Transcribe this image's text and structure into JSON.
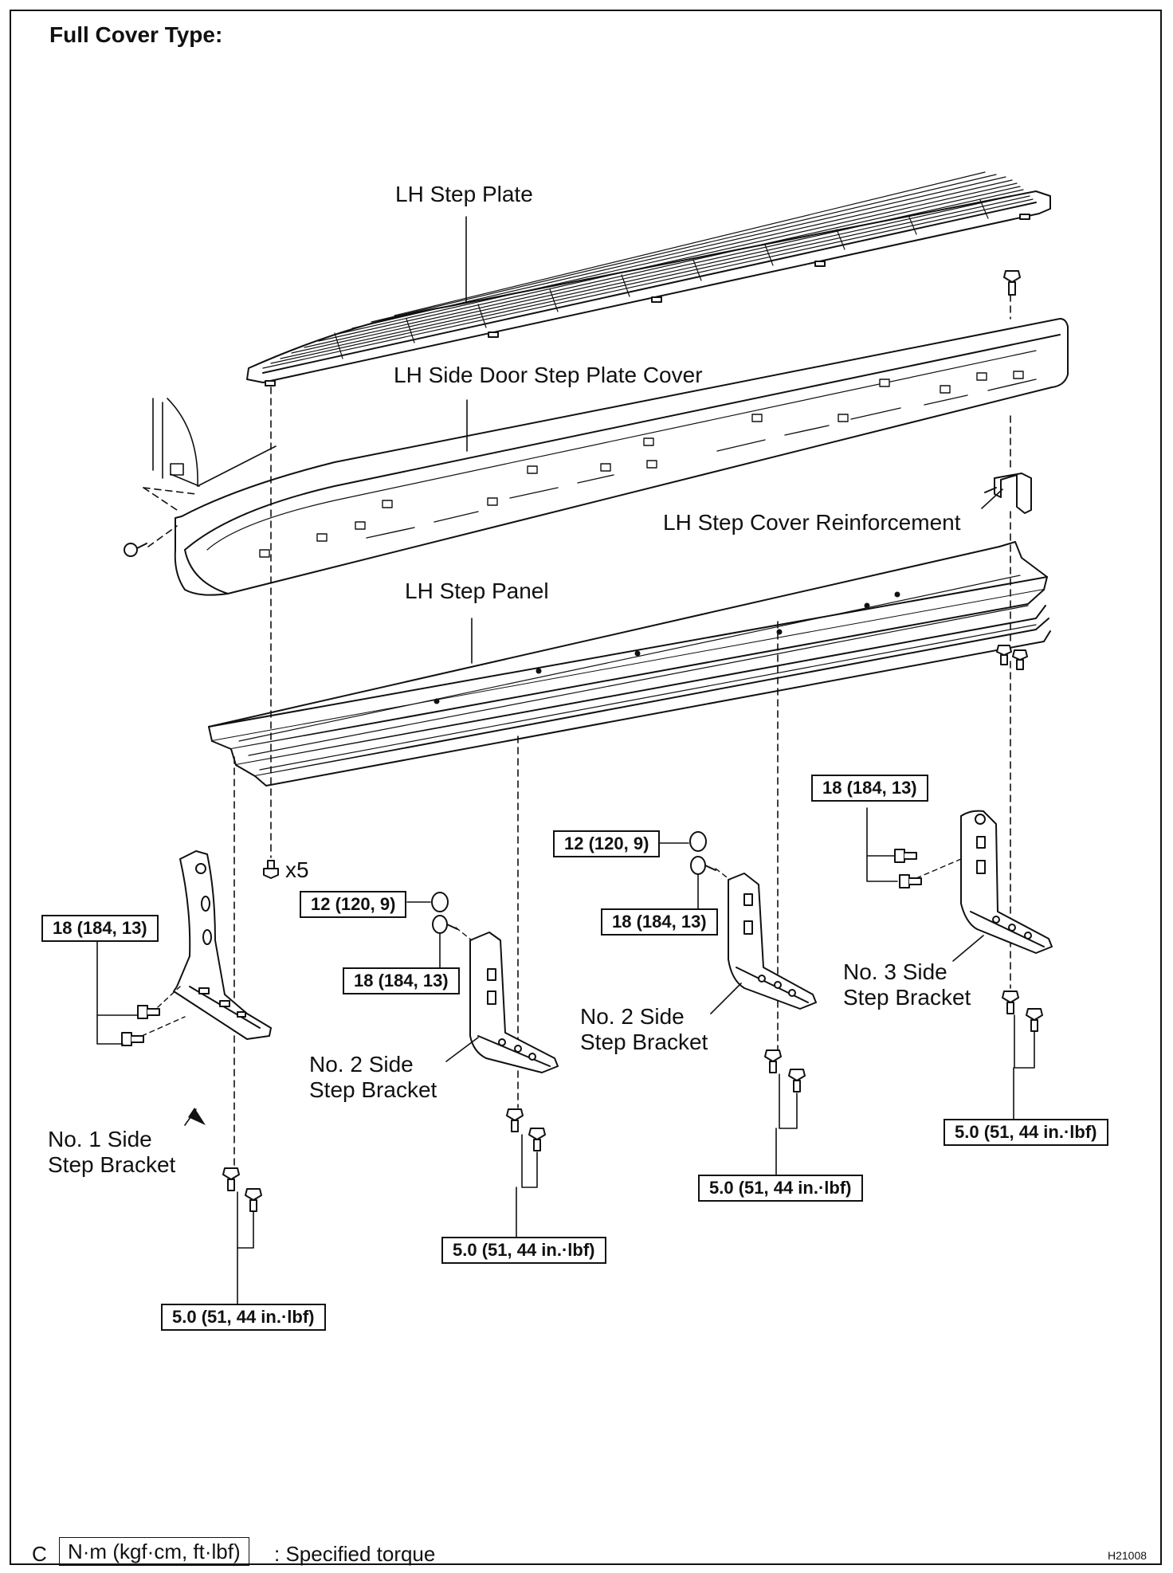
{
  "title": "Full Cover Type:",
  "parts": {
    "step_plate": "LH Step Plate",
    "plate_cover": "LH Side Door Step Plate Cover",
    "cover_reinforcement": "LH Step Cover Reinforcement",
    "step_panel": "LH Step Panel",
    "bracket_no1": [
      "No. 1 Side",
      "Step Bracket"
    ],
    "bracket_no2_left": [
      "No. 2 Side",
      "Step Bracket"
    ],
    "bracket_no2_right": [
      "No. 2 Side",
      "Step Bracket"
    ],
    "bracket_no3": [
      "No. 3 Side",
      "Step Bracket"
    ]
  },
  "quantity": "x5",
  "torques": {
    "t18_a": "18 (184, 13)",
    "t18_b": "18 (184, 13)",
    "t18_c": "18 (184, 13)",
    "t18_d": "18 (184, 13)",
    "t12_a": "12 (120, 9)",
    "t12_b": "12 (120, 9)",
    "t5_a": "5.0 (51, 44 in.·lbf)",
    "t5_b": "5.0 (51, 44 in.·lbf)",
    "t5_c": "5.0 (51, 44 in.·lbf)",
    "t5_d": "5.0 (51, 44 in.·lbf)"
  },
  "legend": {
    "prefix": "C",
    "unit": "N·m (kgf·cm, ft·lbf)",
    "text": ": Specified torque"
  },
  "figure_code": "H21008"
}
